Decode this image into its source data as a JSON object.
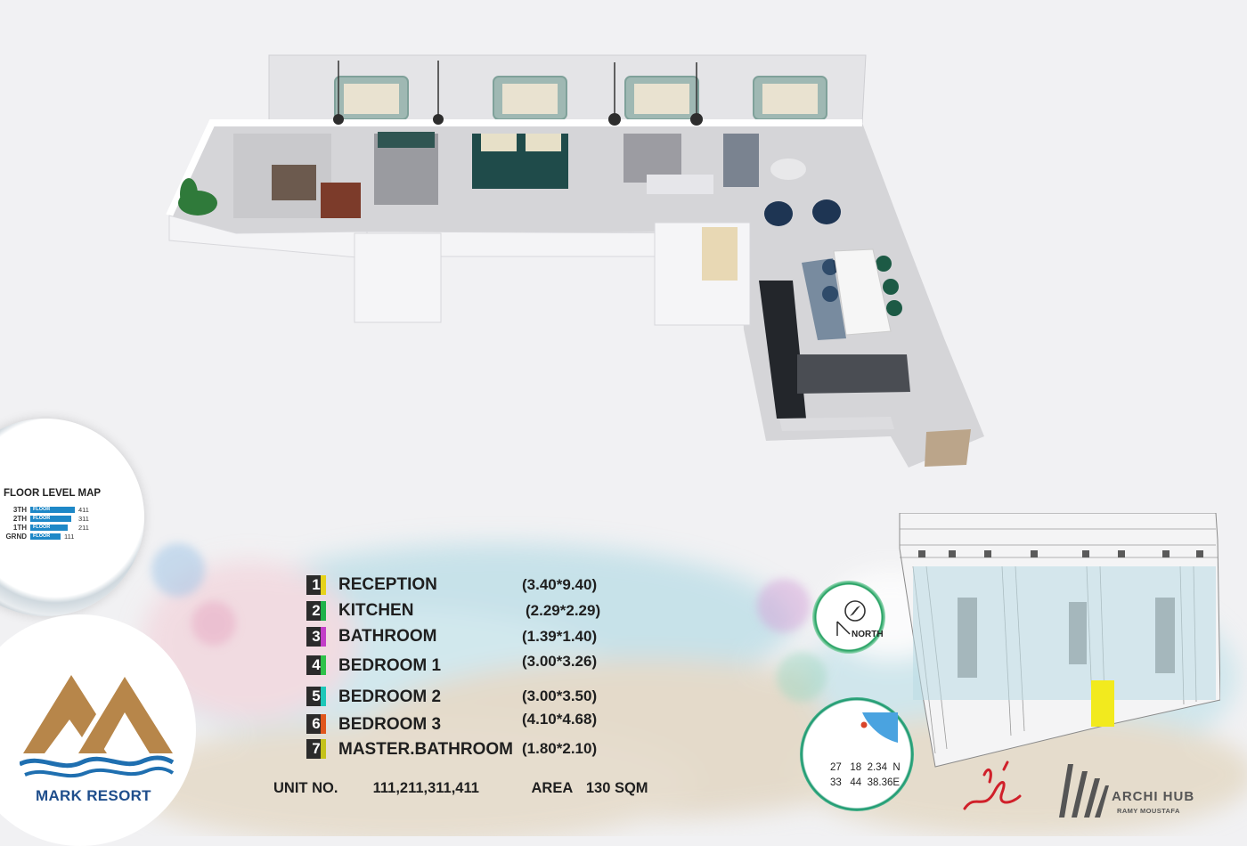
{
  "floor_level_map": {
    "title": "FLOOR LEVEL MAP",
    "rows": [
      {
        "level": "3TH",
        "tag": "FLOOR",
        "unit": "411"
      },
      {
        "level": "2TH",
        "tag": "FLOOR",
        "unit": "311"
      },
      {
        "level": "1TH",
        "tag": "FLOOR",
        "unit": "211"
      },
      {
        "level": "GRND",
        "tag": "FLOOR",
        "unit": "111"
      }
    ]
  },
  "brand": {
    "name": "MARK RESORT"
  },
  "rooms": [
    {
      "no": "1",
      "name": "RECEPTION",
      "dims": "(3.40*9.40)",
      "color": "#e6d21a"
    },
    {
      "no": "2",
      "name": "KITCHEN",
      "dims": "(2.29*2.29)",
      "color": "#1fb24a"
    },
    {
      "no": "3",
      "name": "BATHROOM",
      "dims": "(1.39*1.40)",
      "color": "#c23fc8"
    },
    {
      "no": "4",
      "name": "BEDROOM 1",
      "dims": "(3.00*3.26)",
      "color": "#2fc24a"
    },
    {
      "no": "5",
      "name": "BEDROOM 2",
      "dims": "(3.00*3.50)",
      "color": "#1ec7b8"
    },
    {
      "no": "6",
      "name": "BEDROOM 3",
      "dims": "(4.10*4.68)",
      "color": "#e0561c"
    },
    {
      "no": "7",
      "name": "MASTER.BATHROOM",
      "dims": "(1.80*2.10)",
      "color": "#c5c21a"
    }
  ],
  "unit_info": {
    "unit_label": "UNIT NO.",
    "unit_numbers": "111,211,311,411",
    "area_label": "AREA",
    "area_value": "130 SQM"
  },
  "compass": {
    "label": "NORTH"
  },
  "coordinates": {
    "north": [
      "27",
      "18",
      "2.34",
      "N"
    ],
    "east": [
      "33",
      "44",
      "38.36",
      "E"
    ]
  },
  "credits": {
    "studio": "ARCHI HUB",
    "author": "RAMY MOUSTAFA"
  },
  "colors": {
    "accent_blue": "#1e88c7",
    "brand_blue": "#1f4e8c",
    "brand_gold": "#c9a24a",
    "highlight_yellow": "#f2ea1e"
  }
}
